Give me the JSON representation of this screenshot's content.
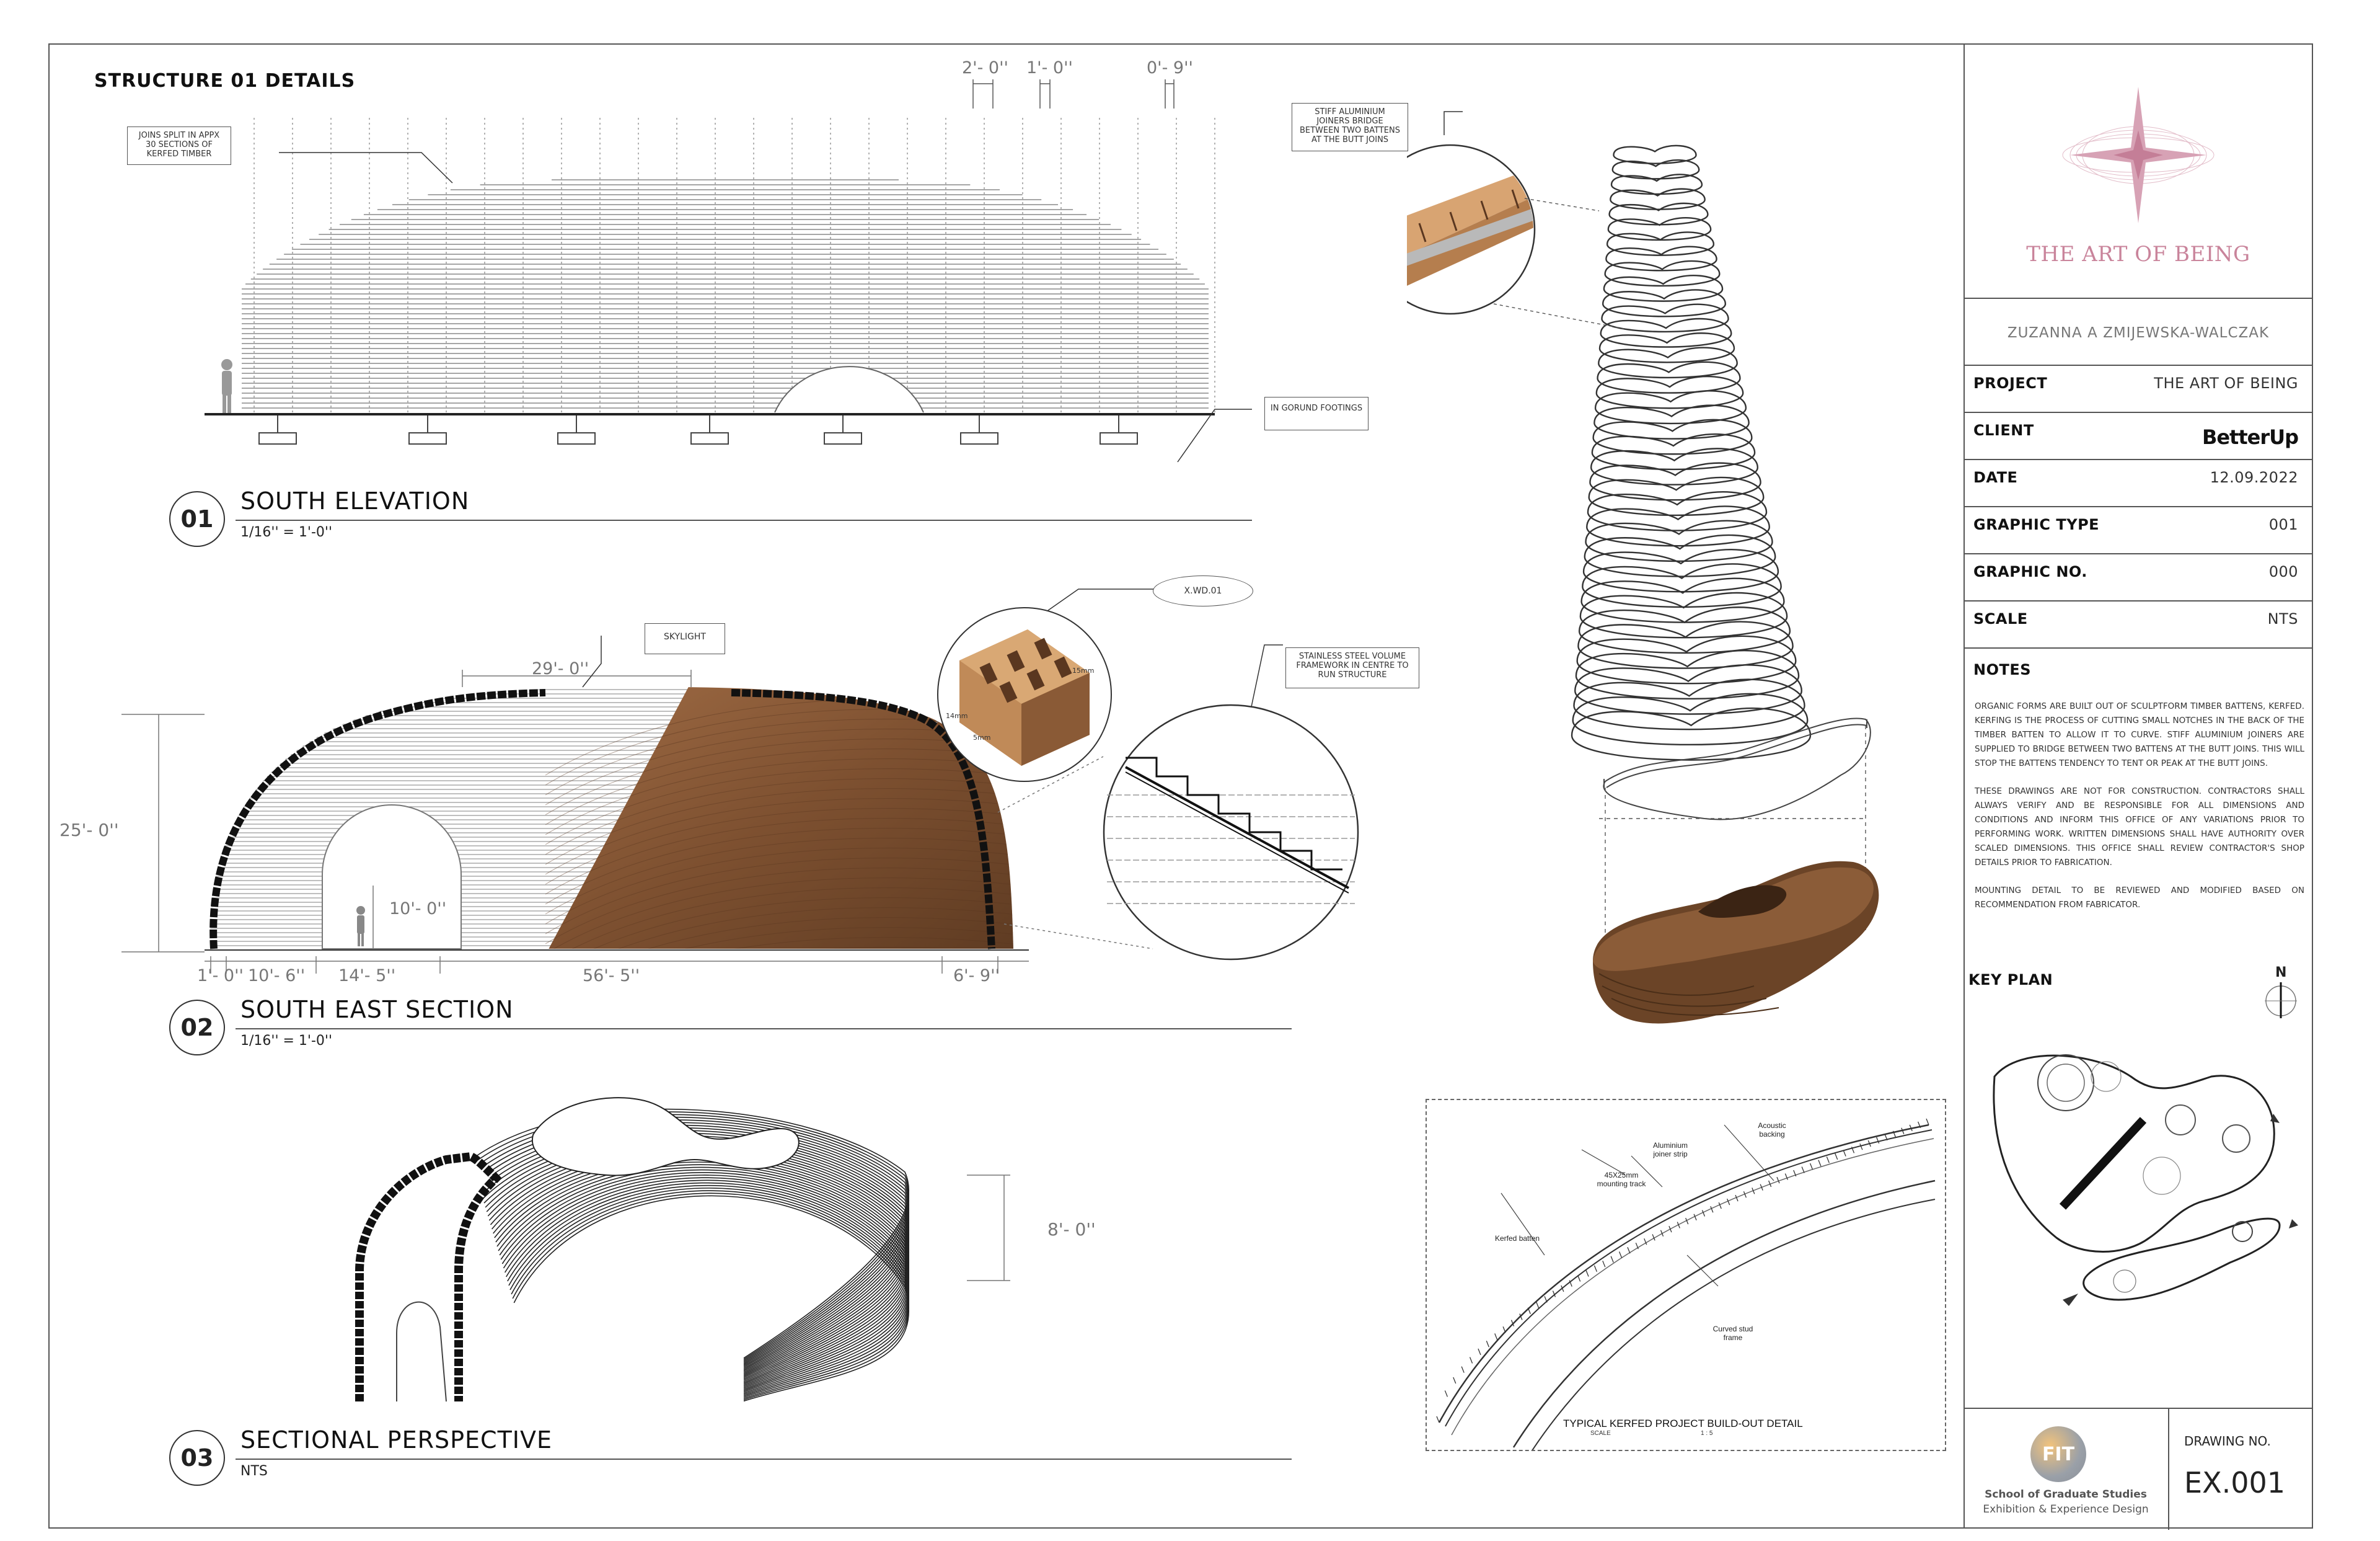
{
  "sheet": {
    "title": "STRUCTURE 01 DETAILS"
  },
  "views": [
    {
      "number": "01",
      "title": "SOUTH ELEVATION",
      "scale": "1/16'' = 1'-0''"
    },
    {
      "number": "02",
      "title": "SOUTH EAST SECTION",
      "scale": "1/16'' = 1'-0''"
    },
    {
      "number": "03",
      "title": "SECTIONAL PERSPECTIVE",
      "scale": "NTS"
    }
  ],
  "elevation": {
    "top_dims": [
      "2'- 0''",
      "1'- 0''",
      "0'- 9''"
    ],
    "note_joins": "JOINS SPLIT IN APPX 30 SECTIONS OF KERFED TIMBER",
    "note_footings": "IN GORUND FOOTINGS"
  },
  "section": {
    "skylight_label": "SKYLIGHT",
    "dim_skylight": "29'- 0''",
    "dim_height": "25'- 0''",
    "dim_door": "10'- 0''",
    "bottom_dims": [
      "1'- 0''",
      "10'- 6''",
      "14'- 5''",
      "56'- 5''",
      "6'- 9''"
    ],
    "xwd_label": "X.WD.01",
    "stainless_note": "STAINLESS STEEL VOLUME FRAMEWORK IN CENTRE TO RUN STRUCTURE",
    "batten_dims": [
      "15mm",
      "14mm",
      "5mm"
    ]
  },
  "perspective": {
    "dim_height": "8'- 0''"
  },
  "exploded": {
    "note_joiners": "STIFF ALUMINIUM JOINERS BRIDGE BETWEEN TWO BATTENS AT THE BUTT JOINS"
  },
  "kerf_detail": {
    "labels": [
      "Acoustic backing",
      "Aluminium joiner strip",
      "45X25mm mounting track",
      "Kerfed batten",
      "Curved stud frame"
    ],
    "title": "TYPICAL KERFED PROJECT BUILD-OUT DETAIL",
    "scale_label": "SCALE",
    "scale_value": "1 : 5"
  },
  "title_block": {
    "logo_text": "THE ART OF BEING",
    "designer": "ZUZANNA A ZMIJEWSKA-WALCZAK",
    "fields": [
      {
        "label": "PROJECT",
        "value": "THE ART OF BEING"
      },
      {
        "label": "CLIENT",
        "value": "BetterUp"
      },
      {
        "label": "DATE",
        "value": "12.09.2022"
      },
      {
        "label": "GRAPHIC TYPE",
        "value": "001"
      },
      {
        "label": "GRAPHIC NO.",
        "value": "000"
      },
      {
        "label": "SCALE",
        "value": "NTS"
      }
    ],
    "notes_heading": "NOTES",
    "notes": [
      "ORGANIC FORMS ARE BUILT OUT OF SCULPTFORM TIMBER BATTENS, KERFED. KERFING IS THE PROCESS OF CUTTING SMALL NOTCHES IN THE BACK OF THE TIMBER BATTEN TO ALLOW IT TO CURVE. STIFF ALUMINIUM JOINERS ARE SUPPLIED TO BRIDGE BETWEEN TWO BATTENS AT THE BUTT JOINS. THIS WILL STOP THE BATTENS TENDENCY TO TENT OR PEAK AT THE BUTT JOINS.",
      "THESE DRAWINGS ARE NOT FOR CONSTRUCTION. CONTRACTORS SHALL ALWAYS VERIFY AND BE RESPONSIBLE FOR ALL DIMENSIONS AND CONDITIONS AND INFORM THIS OFFICE OF ANY VARIATIONS PRIOR TO PERFORMING WORK. WRITTEN DIMENSIONS SHALL HAVE AUTHORITY OVER SCALED DIMENSIONS. THIS OFFICE SHALL REVIEW CONTRACTOR'S SHOP DETAILS PRIOR TO FABRICATION.",
      "MOUNTING DETAIL TO BE REVIEWED AND MODIFIED BASED ON RECOMMENDATION FROM FABRICATOR."
    ],
    "key_plan_label": "KEY PLAN",
    "north_label": "N",
    "school_badge": "FIT",
    "school_line1": "School of Graduate Studies",
    "school_line2": "Exhibition & Experience Design",
    "drawing_no_label": "DRAWING NO.",
    "drawing_no": "EX.001"
  },
  "colors": {
    "wood": "#8a5a36",
    "wood_dark": "#5a3720",
    "logo_pink": "#c9849b",
    "line": "#333333"
  }
}
